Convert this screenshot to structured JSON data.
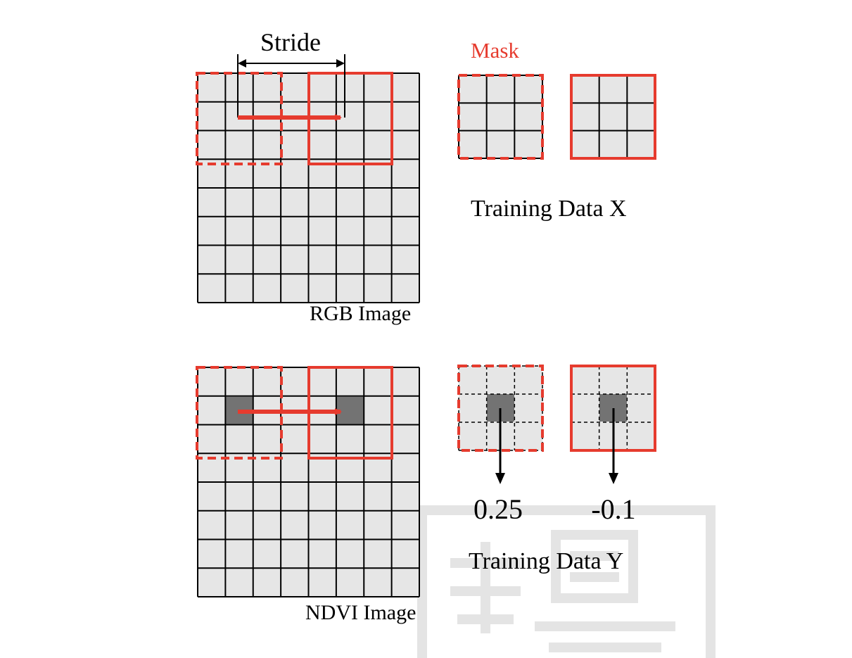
{
  "labels": {
    "stride": "Stride",
    "mask": "Mask",
    "training_data_x": "Training Data X",
    "rgb_image": "RGB Image",
    "ndvi_image": "NDVI Image",
    "value_dashed_window": "0.25",
    "value_solid_window": "-0.1",
    "training_data_y": "Training Data Y"
  },
  "colors": {
    "cell_fill": "#e6e6e6",
    "grid_line": "#000000",
    "mask_red": "#e63b2e",
    "center_pixel": "#737373",
    "watermark": "#b4b4b4"
  },
  "image_grid": {
    "rows": 8,
    "cols": 8
  },
  "mask_grid": {
    "rows": 3,
    "cols": 3
  }
}
